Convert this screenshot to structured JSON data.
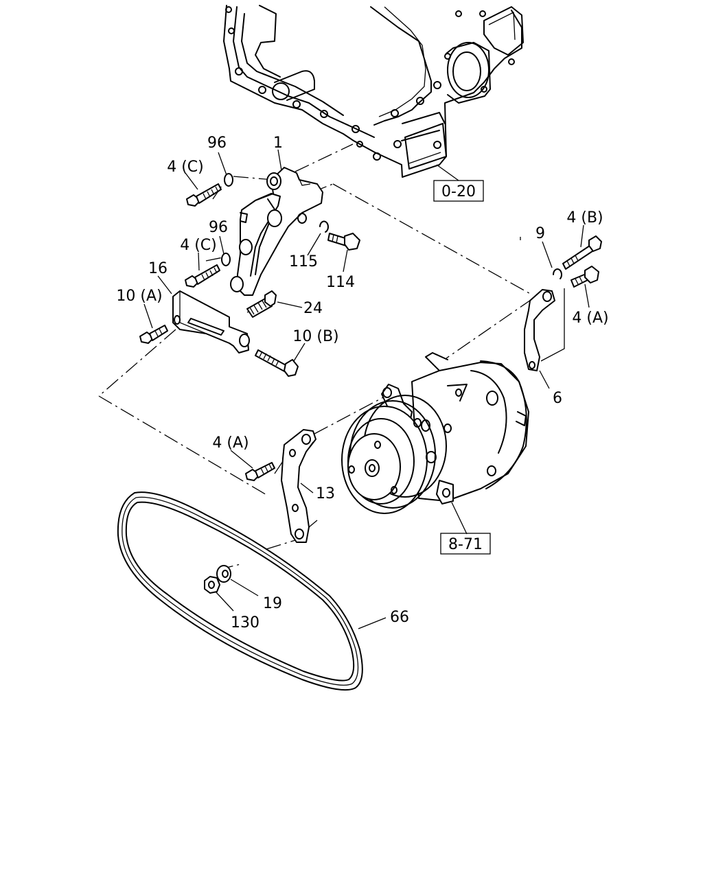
{
  "diagram": {
    "refs": {
      "engine_block": "0-20",
      "compressor": "8-71"
    },
    "labels": {
      "bracket": "1",
      "washer_96_top": "96",
      "bolt_4c_top": "4 (C)",
      "washer_96_mid": "96",
      "bolt_4c_mid": "4 (C)",
      "adjuster_plate": "16",
      "bolt_10a": "10 (A)",
      "adjuster_bolt": "24",
      "bolt_10b": "10 (B)",
      "snap_ring": "115",
      "pin_bolt": "114",
      "washer_9": "9",
      "bolt_4b": "4 (B)",
      "bolt_4a_right": "4 (A)",
      "rear_stay": "6",
      "bolt_4a_left": "4 (A)",
      "front_stay": "13",
      "washer_19": "19",
      "nut_130": "130",
      "v_belt": "66"
    }
  }
}
